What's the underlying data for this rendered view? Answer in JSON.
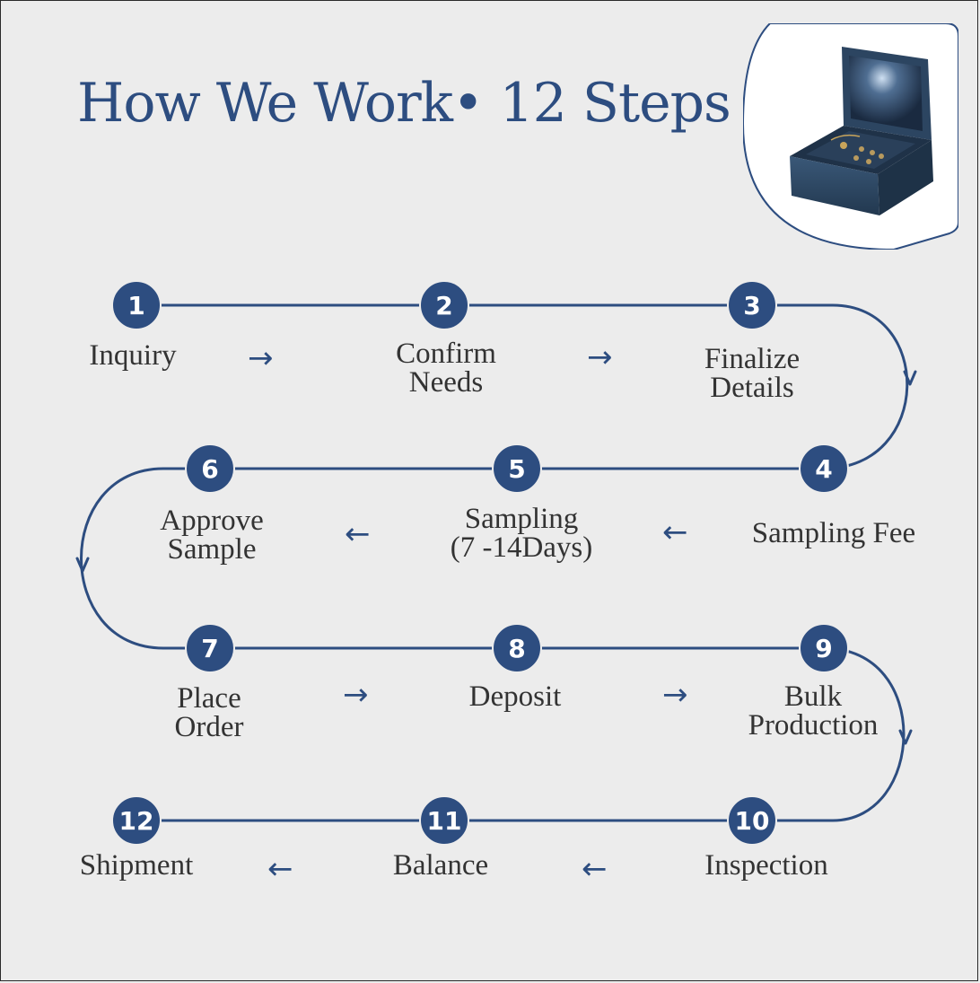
{
  "title": "How We Work• 12 Steps",
  "colors": {
    "accent": "#2d4d80",
    "background": "#ececec",
    "text": "#333333"
  },
  "steps": [
    {
      "num": "1",
      "line1": "Inquiry",
      "line2": ""
    },
    {
      "num": "2",
      "line1": "Confirm",
      "line2": "Needs"
    },
    {
      "num": "3",
      "line1": "Finalize",
      "line2": "Details"
    },
    {
      "num": "4",
      "line1": "Sampling Fee",
      "line2": ""
    },
    {
      "num": "5",
      "line1": "Sampling",
      "line2": "(7 -14Days)"
    },
    {
      "num": "6",
      "line1": "Approve",
      "line2": "Sample"
    },
    {
      "num": "7",
      "line1": "Place",
      "line2": "Order"
    },
    {
      "num": "8",
      "line1": "Deposit",
      "line2": ""
    },
    {
      "num": "9",
      "line1": "Bulk",
      "line2": "Production"
    },
    {
      "num": "10",
      "line1": "Inspection",
      "line2": ""
    },
    {
      "num": "11",
      "line1": "Balance",
      "line2": ""
    },
    {
      "num": "12",
      "line1": "Shipment",
      "line2": ""
    }
  ],
  "arrows": {
    "right": "→",
    "left": "←"
  }
}
